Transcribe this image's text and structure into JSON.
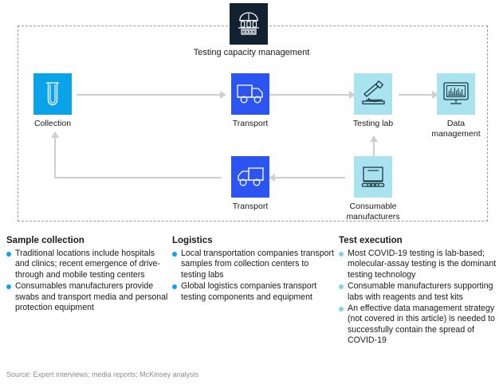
{
  "diagram": {
    "container_label": "testing-value-chain",
    "capacity": {
      "label": "Testing capacity management",
      "icon": "government-building-icon",
      "color": "#132230"
    },
    "nodes": [
      {
        "id": "collection",
        "label": "Collection",
        "icon": "test-tube-icon",
        "color": "#0aa2e8"
      },
      {
        "id": "transport1",
        "label": "Transport",
        "icon": "truck-icon",
        "color": "#2b54f0"
      },
      {
        "id": "lab",
        "label": "Testing lab",
        "icon": "microscope-icon",
        "color": "#a9e3ef"
      },
      {
        "id": "data",
        "label": "Data\nmanagement",
        "icon": "monitor-chart-icon",
        "color": "#a9e3ef"
      },
      {
        "id": "transport2",
        "label": "Transport",
        "icon": "truck-icon",
        "color": "#2b54f0"
      },
      {
        "id": "consumable",
        "label": "Consumable\nmanufacturers",
        "icon": "factory-machine-icon",
        "color": "#a9e3ef"
      }
    ],
    "arrow_color": "#cfcfcf"
  },
  "legend": {
    "columns": [
      {
        "title": "Sample collection",
        "bullet_color": "#0aa2e8",
        "items": [
          "Traditional locations include hospitals and clinics; recent emergence of drive-through and mobile testing centers",
          "Consumables manufacturers provide swabs and transport media and personal protection equipment"
        ]
      },
      {
        "title": "Logistics",
        "bullet_color": "#0aa2e8",
        "items": [
          "Local transportation companies transport samples from collection centers to testing labs",
          "Global logistics companies transport testing components and equipment"
        ]
      },
      {
        "title": "Test execution",
        "bullet_color": "#7ed4e4",
        "items": [
          "Most COVID-19 testing is lab-based; molecular-assay testing is the dominant testing technology",
          "Consumable manufacturers supporting labs with reagents and test kits",
          "An effective data management strategy (not covered in this article) is needed to successfully contain the spread of COVID-19"
        ]
      }
    ]
  },
  "footer": {
    "source": "Source: Expert interviews; media reports; McKinsey analysis"
  }
}
